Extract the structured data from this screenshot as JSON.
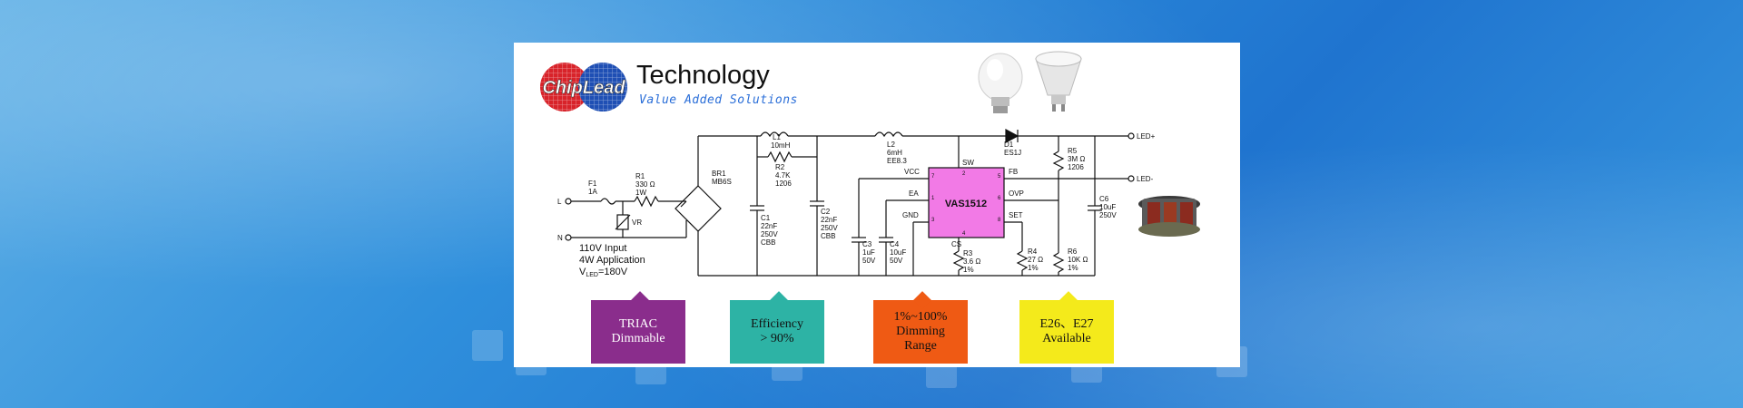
{
  "brand": {
    "logo_text": "ChipLead",
    "title": "Technology",
    "tagline": "Value Added Solutions"
  },
  "circuit": {
    "input_L": "L",
    "input_N": "N",
    "F1": {
      "name": "F1",
      "value": "1A"
    },
    "R1": {
      "name": "R1",
      "value": "330 Ω",
      "rating": "1W"
    },
    "VR": "VR",
    "BR1": {
      "name": "BR1",
      "value": "MB6S"
    },
    "L1": {
      "name": "L1",
      "value": "10mH"
    },
    "R2": {
      "name": "R2",
      "value": "4.7K",
      "size": "1206"
    },
    "C1": {
      "name": "C1",
      "lines": [
        "22nF",
        "250V",
        "CBB"
      ]
    },
    "C2": {
      "name": "C2",
      "lines": [
        "22nF",
        "250V",
        "CBB"
      ]
    },
    "L2": {
      "name": "L2",
      "value": "6mH",
      "core": "EE8.3"
    },
    "D1": {
      "name": "D1",
      "value": "ES1J"
    },
    "R5": {
      "name": "R5",
      "value": "3M Ω",
      "size": "1206"
    },
    "C3": {
      "name": "C3",
      "lines": [
        "1uF",
        "50V"
      ]
    },
    "C4": {
      "name": "C4",
      "lines": [
        "10uF",
        "50V"
      ]
    },
    "C6": {
      "name": "C6",
      "lines": [
        "10uF",
        "250V"
      ]
    },
    "R3": {
      "name": "R3",
      "value": "3.6 Ω",
      "tol": "1%"
    },
    "R4": {
      "name": "R4",
      "value": "27 Ω",
      "tol": "1%"
    },
    "R6": {
      "name": "R6",
      "value": "10K Ω",
      "tol": "1%"
    },
    "ic": {
      "name": "VAS1512",
      "pins": {
        "vcc": "VCC",
        "ea": "EA",
        "gnd": "GND",
        "sw": "SW",
        "cs": "CS",
        "fb": "FB",
        "ovp": "OVP",
        "set": "SET"
      },
      "pin_numbers": [
        "7",
        "1",
        "3",
        "2",
        "4",
        "5",
        "6",
        "8"
      ]
    },
    "led_plus": "LED+",
    "led_minus": "LED-",
    "input_note": [
      "110V Input",
      "4W Application"
    ],
    "vled_prefix": "V",
    "vled_sub": "LED",
    "vled_value": "=180V"
  },
  "features": [
    {
      "text": "TRIAC\nDimmable",
      "color": "#8a2d8c"
    },
    {
      "text": "Efficiency\n> 90%",
      "color": "#2db3a5"
    },
    {
      "text": "1%~100%\nDimming\nRange",
      "color": "#ef5a14"
    },
    {
      "text": "E26、E27\nAvailable",
      "color": "#f4ea1b"
    }
  ]
}
